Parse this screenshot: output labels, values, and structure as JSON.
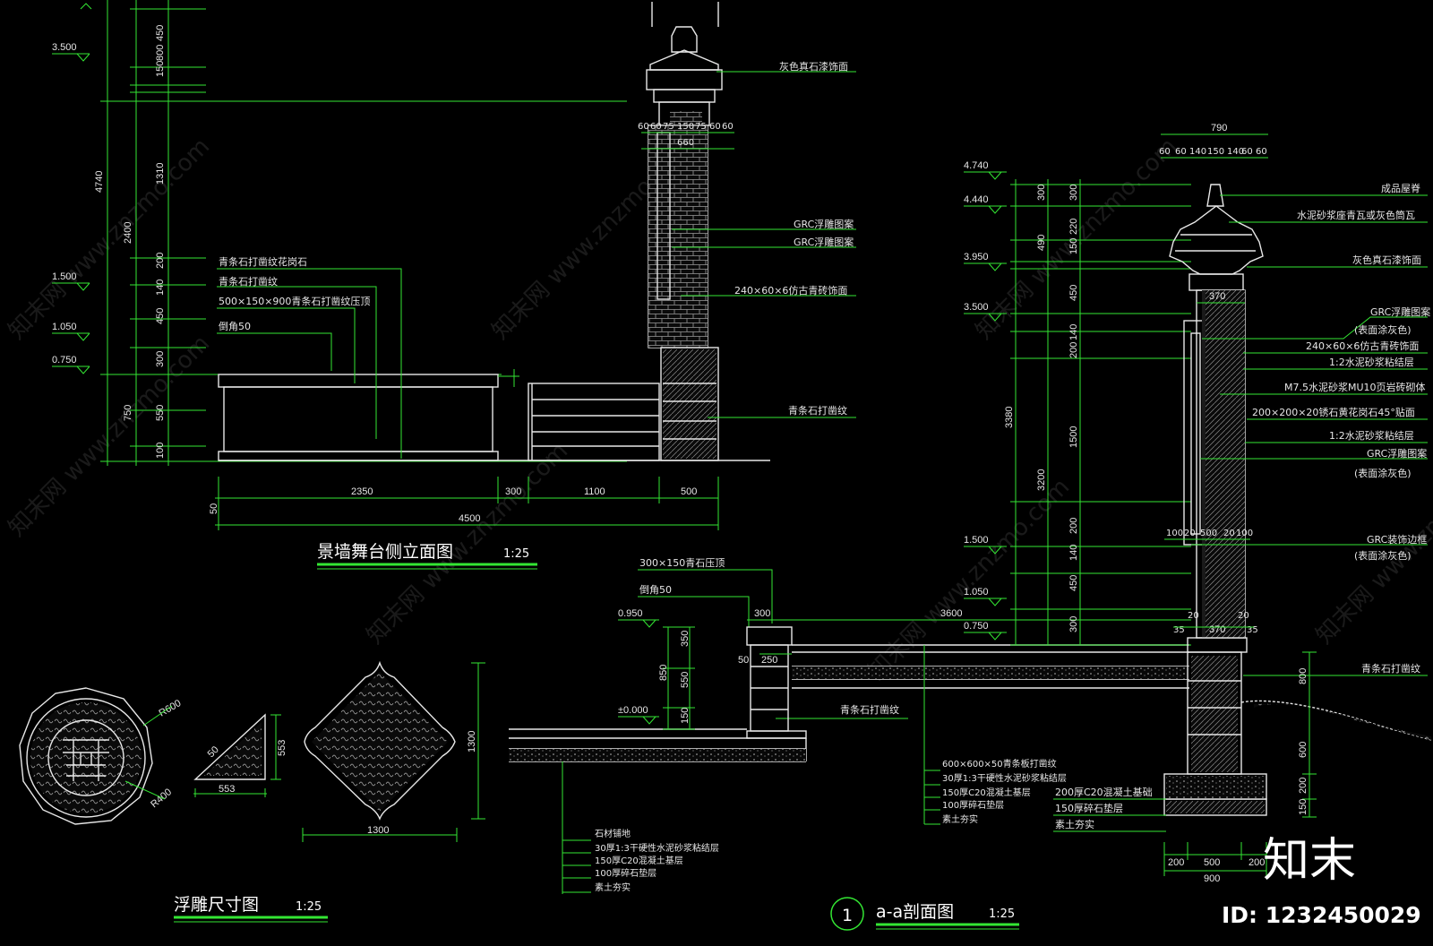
{
  "titles": {
    "side_elevation": "景墙舞台侧立面图",
    "side_elevation_scale": "1:25",
    "relief": "浮雕尺寸图",
    "relief_scale": "1:25",
    "section": "a-a剖面图",
    "section_scale": "1:25",
    "section_number": "1"
  },
  "elev_levels_left": [
    "3.500",
    "1.500",
    "1.050",
    "0.750"
  ],
  "elev_levels_right": [
    "4.740",
    "4.440",
    "3.950",
    "3.500",
    "1.500",
    "1.050",
    "0.750"
  ],
  "elev_levels_mid": [
    "0.950",
    "±0.000"
  ],
  "left_vertical_dims": {
    "total": "4740",
    "mid": [
      "2400",
      "750"
    ],
    "detail": [
      "800",
      "450",
      "150",
      "1310",
      "200",
      "140",
      "450",
      "300",
      "550",
      "100"
    ]
  },
  "left_callouts": [
    "青条石打凿纹花岗石",
    "青条石打凿纹",
    "500×150×900青条石打凿纹压顶",
    "倒角50"
  ],
  "pillar_callouts": [
    "灰色真石漆饰面",
    "GRC浮雕图案",
    "GRC浮雕图案",
    "240×60×6仿古青砖饰面",
    "青条石打凿纹"
  ],
  "pillar_top_dims": [
    "60",
    "60",
    "75",
    "150",
    "75",
    "60",
    "60"
  ],
  "pillar_top_total": "660",
  "left_bottom_dims": [
    "2350",
    "300",
    "1100",
    "500"
  ],
  "left_bottom_total": "4500",
  "left_bottom_small": "50",
  "right_callouts": [
    "成品屋脊",
    "水泥砂浆座青瓦或灰色筒瓦",
    "灰色真石漆饰面",
    "GRC浮雕图案",
    "(表面涂灰色)",
    "240×60×6仿古青砖饰面",
    "1:2水泥砂浆粘结层",
    "M7.5水泥砂浆MU10页岩砖砌体",
    "200×200×20锈石黄花岗石45°贴面",
    "1:2水泥砂浆粘结层",
    "GRC浮雕图案",
    "(表面涂灰色)",
    "GRC装饰边框",
    "(表面涂灰色)",
    "青条石打凿纹"
  ],
  "right_top_dims": [
    "60",
    "60",
    "140",
    "150",
    "140",
    "60",
    "60"
  ],
  "right_top_total": "790",
  "right_vertical_dims": [
    "300",
    "490",
    "3380",
    "3200",
    "300",
    "220",
    "150",
    "450",
    "140",
    "200",
    "1500",
    "200",
    "140",
    "450",
    "300",
    "800",
    "600",
    "200",
    "150"
  ],
  "right_inner_dims": [
    "370",
    "100",
    "20",
    "500",
    "20",
    "100",
    "370",
    "35",
    "35",
    "20",
    "20"
  ],
  "right_base_dims": [
    "200",
    "500",
    "200"
  ],
  "right_base_total": "900",
  "base_callouts": [
    "200厚C20混凝土基础",
    "150厚碎石垫层",
    "素土夯实"
  ],
  "paving_callouts": [
    "600×600×50青条板打凿纹",
    "30厚1:3干硬性水泥砂浆粘结层",
    "150厚C20混凝土基层",
    "100厚碎石垫层",
    "素土夯实"
  ],
  "mid_callouts": [
    "300×150青石压顶",
    "倒角50",
    "青条石打凿纹"
  ],
  "mid_dims": [
    "300",
    "50",
    "250",
    "350",
    "850",
    "550",
    "150",
    "3600"
  ],
  "foundation_callouts": [
    "石材铺地",
    "30厚1:3干硬性水泥砂浆粘结层",
    "150厚C20混凝土基层",
    "100厚碎石垫层",
    "素土夯实"
  ],
  "relief": {
    "r1": "R600",
    "r2": "R400",
    "tri_dims": [
      "50",
      "553",
      "553"
    ],
    "diamond_dims": [
      "1300",
      "1300"
    ]
  },
  "watermarks": [
    "知末网 www.znzmo.com"
  ],
  "brand": "知末",
  "image_id": "ID: 1232450029"
}
